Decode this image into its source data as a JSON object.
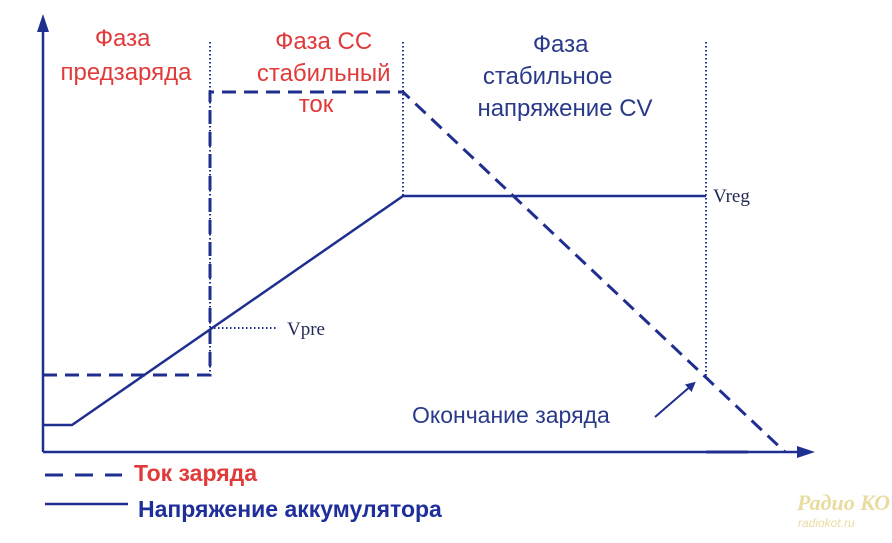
{
  "phases": {
    "precharge": [
      "Фаза",
      "предзаряда"
    ],
    "cc": [
      "Фаза CC",
      "стабильный",
      "ток"
    ],
    "cv": [
      "Фаза",
      "стабильное",
      "напряжение CV"
    ]
  },
  "labels": {
    "vpre": "Vpre",
    "vreg": "Vreg",
    "end_of_charge": "Окончание заряда"
  },
  "legend": {
    "current": "Ток заряда",
    "voltage": "Напряжение аккумулятора"
  },
  "watermark": {
    "brand": "Радио КОТ",
    "site": "radiokot.ru"
  },
  "colors": {
    "line": "#1f2f8f",
    "phase_red": "#e03a3a",
    "phase_blue": "#2a3a8a"
  }
}
